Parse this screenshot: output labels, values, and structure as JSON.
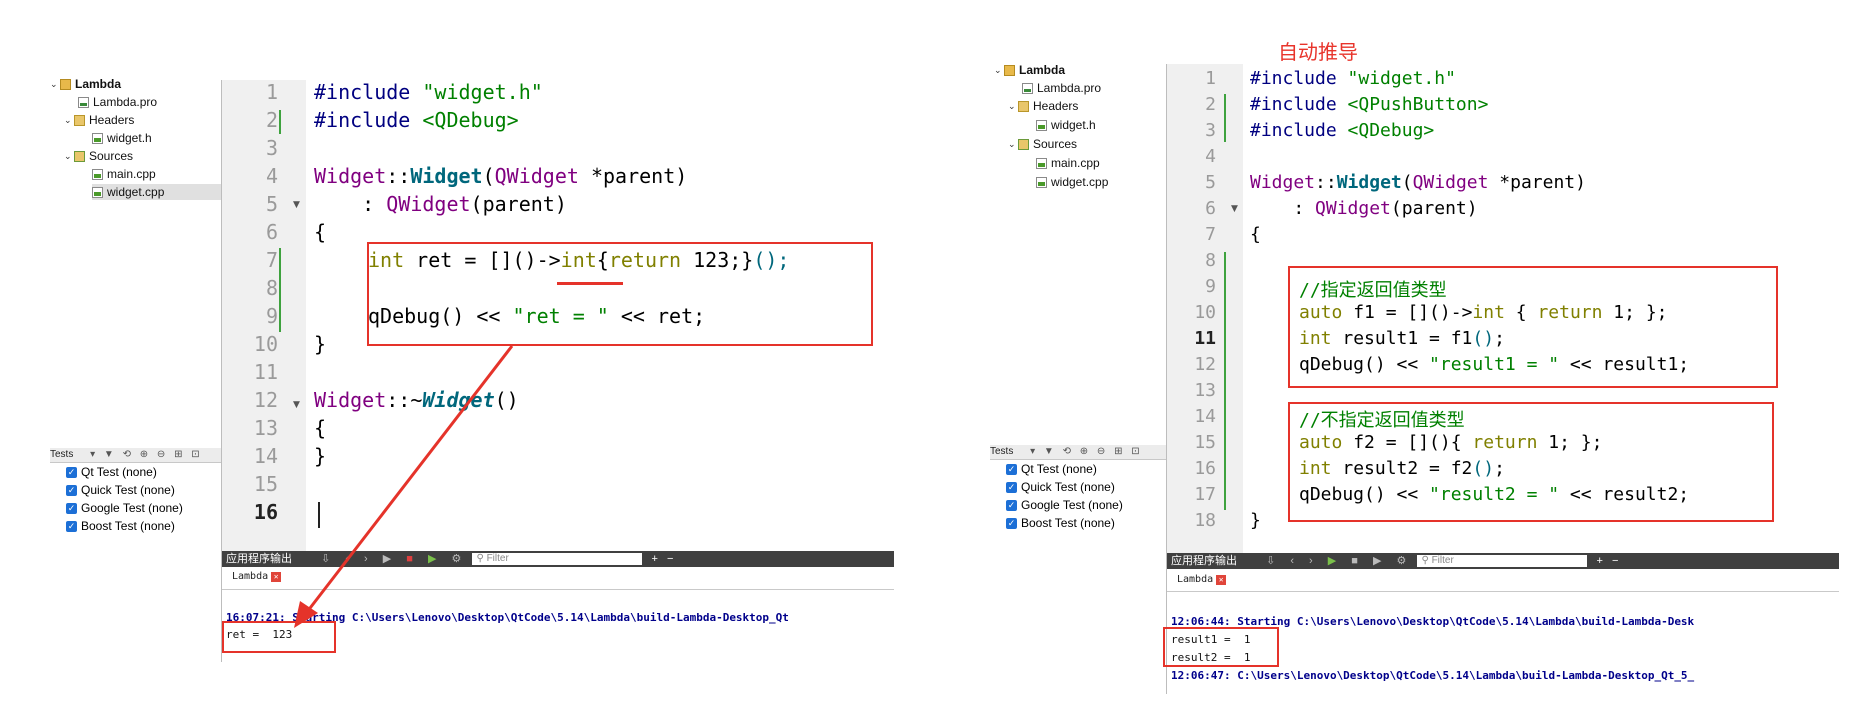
{
  "annotation_title": "自动推导",
  "left": {
    "tree": {
      "project": "Lambda",
      "pro_file": "Lambda.pro",
      "headers": "Headers",
      "header_file": "widget.h",
      "sources": "Sources",
      "main_file": "main.cpp",
      "widget_file": "widget.cpp"
    },
    "line_numbers": [
      "1",
      "2",
      "3",
      "4",
      "5",
      "6",
      "7",
      "8",
      "9",
      "10",
      "11",
      "12",
      "13",
      "14",
      "15",
      "16"
    ],
    "code": {
      "l1a": "#include ",
      "l1b": "\"widget.h\"",
      "l2a": "#include ",
      "l2b": "<QDebug>",
      "l4a": "Widget",
      "l4b": "::",
      "l4c": "Widget",
      "l4d": "(",
      "l4e": "QWidget",
      "l4f": " *parent)",
      "l5a": "    : ",
      "l5b": "QWidget",
      "l5c": "(parent)",
      "l6": "{",
      "l7a": "int",
      "l7b": " ret = []()->",
      "l7c": "int",
      "l7d": "{",
      "l7e": "return",
      "l7f": " 123;}",
      "l7g": "();",
      "l9a": "qDebug() << ",
      "l9b": "\"ret = \"",
      "l9c": " << ret;",
      "l10": "}",
      "l12a": "Widget",
      "l12b": "::~",
      "l12c": "Widget",
      "l12d": "()",
      "l13": "{",
      "l14": "}"
    },
    "tests": {
      "header": "Tests",
      "items": [
        "Qt Test (none)",
        "Quick Test (none)",
        "Google Test (none)",
        "Boost Test (none)"
      ]
    },
    "output": {
      "bar_title": "应用程序输出",
      "filter_placeholder": "Filter",
      "tab": "Lambda",
      "line1": "16:07:21: Starting C:\\Users\\Lenovo\\Desktop\\QtCode\\5.14\\Lambda\\build-Lambda-Desktop_Qt",
      "line2": "ret =  123"
    }
  },
  "right": {
    "tree": {
      "project": "Lambda",
      "pro_file": "Lambda.pro",
      "headers": "Headers",
      "header_file": "widget.h",
      "sources": "Sources",
      "main_file": "main.cpp",
      "widget_file": "widget.cpp"
    },
    "line_numbers": [
      "1",
      "2",
      "3",
      "4",
      "5",
      "6",
      "7",
      "8",
      "9",
      "10",
      "11",
      "12",
      "13",
      "14",
      "15",
      "16",
      "17",
      "18"
    ],
    "code": {
      "l1a": "#include ",
      "l1b": "\"widget.h\"",
      "l2a": "#include ",
      "l2b": "<QPushButton>",
      "l3a": "#include ",
      "l3b": "<QDebug>",
      "l5a": "Widget",
      "l5b": "::",
      "l5c": "Widget",
      "l5d": "(",
      "l5e": "QWidget",
      "l5f": " *parent)",
      "l6a": "    : ",
      "l6b": "QWidget",
      "l6c": "(parent)",
      "l7": "{",
      "l9": "//指定返回值类型",
      "l10a": "auto",
      "l10b": " f1 = []()->",
      "l10c": "int",
      "l10d": " { ",
      "l10e": "return",
      "l10f": " 1; };",
      "l11a": "int",
      "l11b": " result1 = f1",
      "l11c": "()",
      "l11d": ";",
      "l12a": "qDebug() << ",
      "l12b": "\"result1 = \"",
      "l12c": " << result1;",
      "l14": "//不指定返回值类型",
      "l15a": "auto",
      "l15b": " f2 = [](){ ",
      "l15c": "return",
      "l15d": " 1; };",
      "l16a": "int",
      "l16b": " result2 = f2",
      "l16c": "()",
      "l16d": ";",
      "l17a": "qDebug() << ",
      "l17b": "\"result2 = \"",
      "l17c": " << result2;",
      "l18": "}"
    },
    "tests": {
      "header": "Tests",
      "items": [
        "Qt Test (none)",
        "Quick Test (none)",
        "Google Test (none)",
        "Boost Test (none)"
      ]
    },
    "output": {
      "bar_title": "应用程序输出",
      "filter_placeholder": "Filter",
      "tab": "Lambda",
      "line1": "12:06:44: Starting C:\\Users\\Lenovo\\Desktop\\QtCode\\5.14\\Lambda\\build-Lambda-Desk",
      "line2": "result1 =  1",
      "line3": "result2 =  1",
      "line4": "12:06:47: C:\\Users\\Lenovo\\Desktop\\QtCode\\5.14\\Lambda\\build-Lambda-Desktop_Qt_5_"
    }
  },
  "colors": {
    "annotation_red": "#e5332a",
    "keyword": "#808000",
    "type": "#800080",
    "string": "#008000",
    "function": "#00677c",
    "output_blue": "#00008b"
  }
}
